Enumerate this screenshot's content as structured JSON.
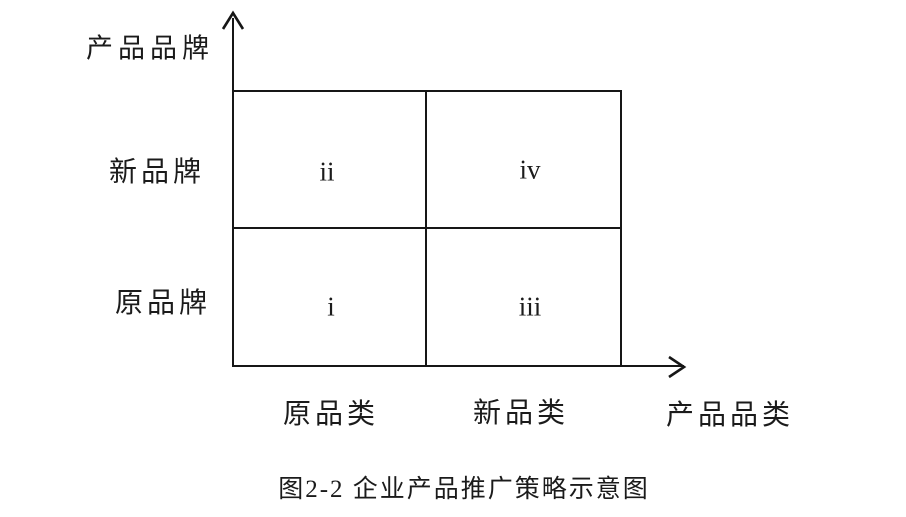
{
  "figure": {
    "caption": "图2-2 企业产品推广策略示意图",
    "y_axis_title": "产品品牌",
    "x_axis_title": "产品品类",
    "matrix": {
      "rows": [
        "新品牌",
        "原品牌"
      ],
      "columns": [
        "原品类",
        "新品类"
      ],
      "cells": [
        [
          "ii",
          "iv"
        ],
        [
          "i",
          "iii"
        ]
      ]
    },
    "line_color": "#161616",
    "background_color": "#ffffff"
  }
}
